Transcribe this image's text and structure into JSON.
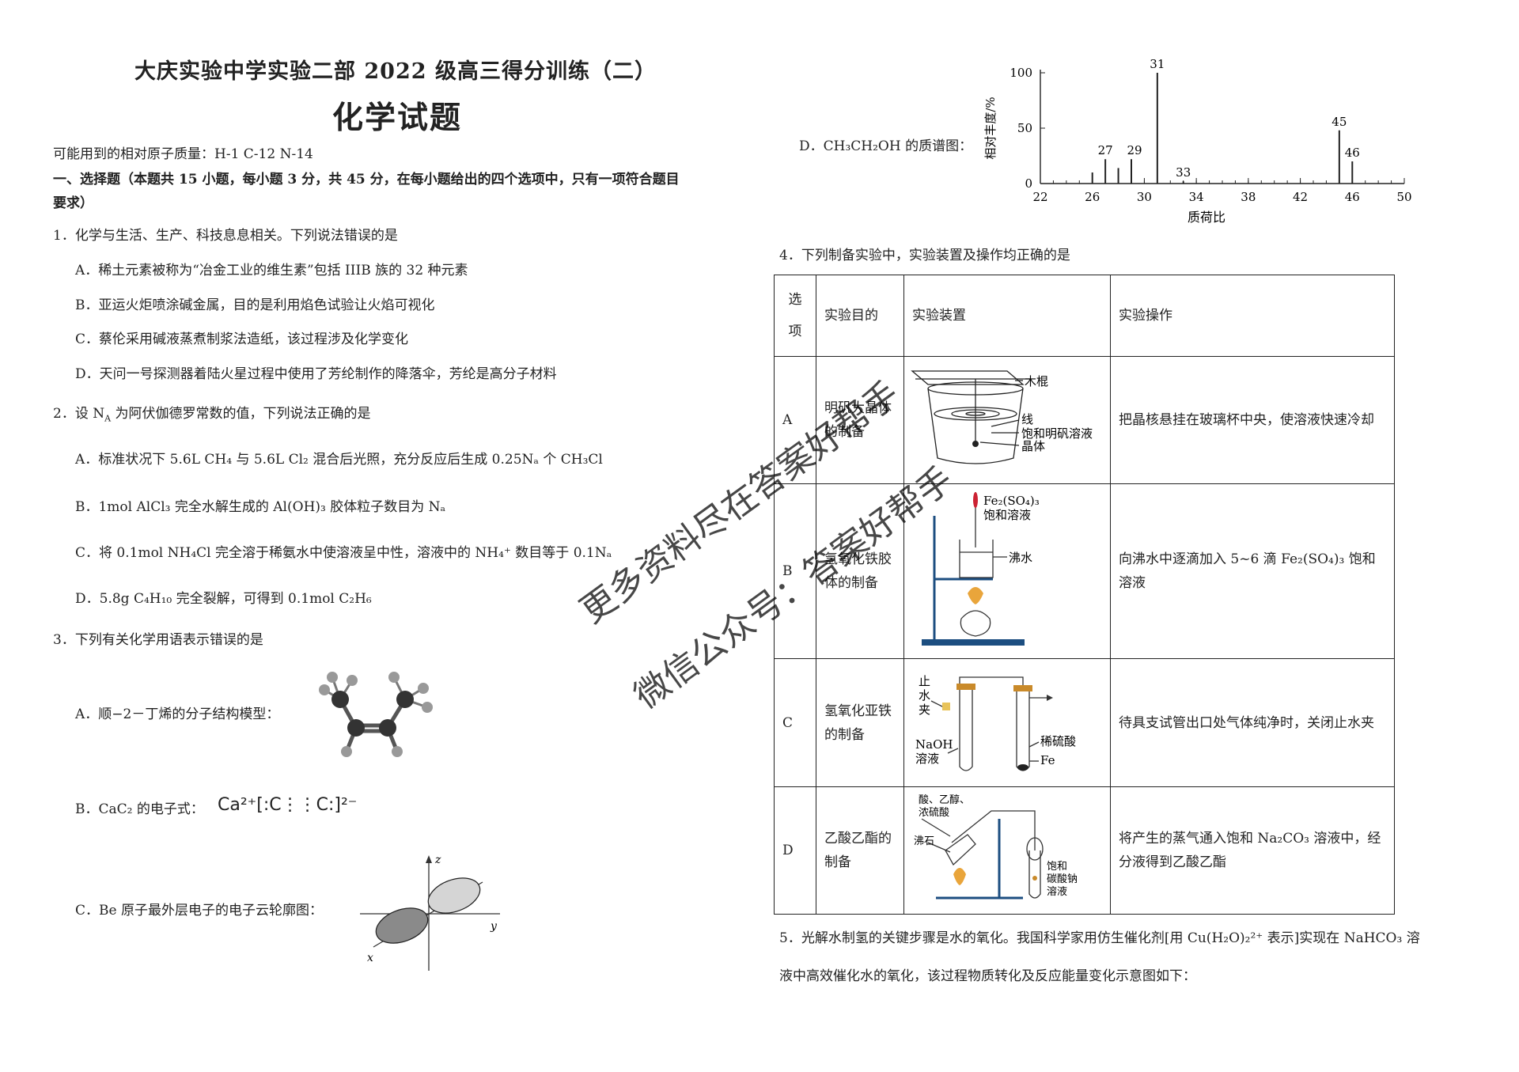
{
  "header": {
    "school_title": "大庆实验中学实验二部 2022 级高三得分训练（二）",
    "subject_title": "化学试题",
    "atomic_masses": "可能用到的相对原子质量：H-1 C-12 N-14",
    "section1_line1": "一、选择题（本题共 15 小题，每小题 3 分，共 45 分，在每小题给出的四个选项中，只有一项符合题目",
    "section1_line2": "要求）"
  },
  "q1": {
    "stem": "1．化学与生活、生产、科技息息相关。下列说法错误的是",
    "A": "A．稀土元素被称为“冶金工业的维生素”包括 IIIB 族的 32 种元素",
    "B": "B．亚运火炬喷涂碱金属，目的是利用焰色试验让火焰可视化",
    "C": "C．蔡伦采用碱液蒸煮制浆法造纸，该过程涉及化学变化",
    "D": "D．天问一号探测器着陆火星过程中使用了芳纶制作的降落伞，芳纶是高分子材料"
  },
  "q2": {
    "stem_pre": "2．设 N",
    "stem_sub": "A",
    "stem_post": " 为阿伏伽德罗常数的值，下列说法正确的是",
    "A": "A．标准状况下 5.6L  CH₄ 与 5.6L  Cl₂ 混合后光照，充分反应后生成 0.25Nₐ 个 CH₃Cl",
    "B": "B．1mol  AlCl₃ 完全水解生成的 Al(OH)₃ 胶体粒子数目为 Nₐ",
    "C": "C．将 0.1mol  NH₄Cl 完全溶于稀氨水中使溶液呈中性，溶液中的 NH₄⁺ 数目等于 0.1Nₐ",
    "D": "D．5.8g  C₄H₁₀ 完全裂解，可得到 0.1mol  C₂H₆"
  },
  "q3": {
    "stem": "3．下列有关化学用语表示错误的是",
    "A": "A．顺−2－丁烯的分子结构模型：",
    "B": "B．CaC₂ 的电子式：",
    "B_formula": "Ca²⁺[:C⋮⋮C:]²⁻",
    "C": "C．Be 原子最外层电子的电子云轮廓图：",
    "axis_z": "z",
    "axis_y": "y",
    "axis_x": "x",
    "D": "D．CH₃CH₂OH 的质谱图："
  },
  "chart_data": {
    "type": "bar",
    "ylabel": "相对丰度/%",
    "xlabel": "质荷比",
    "yticks": [
      "0",
      "50",
      "100"
    ],
    "xticks": [
      "22",
      "26",
      "30",
      "34",
      "38",
      "42",
      "46",
      "50"
    ],
    "ylim": [
      0,
      100
    ],
    "xlim": [
      22,
      50
    ],
    "x": [
      26,
      27,
      28,
      29,
      31,
      33,
      45,
      46
    ],
    "values": [
      10,
      22,
      14,
      22,
      100,
      2,
      48,
      20
    ],
    "peak_labels": {
      "27": "27",
      "29": "29",
      "31": "31",
      "33": "33",
      "45": "45",
      "46": "46"
    }
  },
  "q4": {
    "stem": "4．下列制备实验中，实验装置及操作均正确的是",
    "headers": [
      "选项",
      "实验目的",
      "实验装置",
      "实验操作"
    ],
    "rows": [
      {
        "opt": "A",
        "purpose": "明矾大晶体的制备",
        "op": "把晶核悬挂在玻璃杯中央，使溶液快速冷却",
        "labels": [
          "木棍",
          "线",
          "饱和明矾溶液",
          "晶体"
        ]
      },
      {
        "opt": "B",
        "purpose": "氢氧化铁胶体的制备",
        "op": "向沸水中逐滴加入 5~6 滴 Fe₂(SO₄)₃ 饱和溶液",
        "labels": [
          "Fe₂(SO₄)₃",
          "饱和溶液",
          "沸水"
        ]
      },
      {
        "opt": "C",
        "purpose": "氢氧化亚铁的制备",
        "op": "待具支试管出口处气体纯净时，关闭止水夹",
        "labels": [
          "止",
          "水",
          "夹",
          "NaOH",
          "溶液",
          "稀硫酸",
          "Fe"
        ]
      },
      {
        "opt": "D",
        "purpose": "乙酸乙酯的制备",
        "op": "将产生的蒸气通入饱和 Na₂CO₃ 溶液中，经分液得到乙酸乙酯",
        "labels": [
          "酸、乙醇、",
          "浓硫酸",
          "沸石",
          "饱和",
          "碳酸钠",
          "溶液"
        ]
      }
    ]
  },
  "q5": {
    "line1": "5．光解水制氢的关键步骤是水的氧化。我国科学家用仿生催化剂[用 Cu(H₂O)₂²⁺ 表示]实现在 NaHCO₃ 溶",
    "line2": "液中高效催化水的氧化，该过程物质转化及反应能量变化示意图如下："
  },
  "watermark": {
    "line1": "更多资料尽在答案好帮手",
    "line2": "微信公众号：答案好帮手"
  }
}
